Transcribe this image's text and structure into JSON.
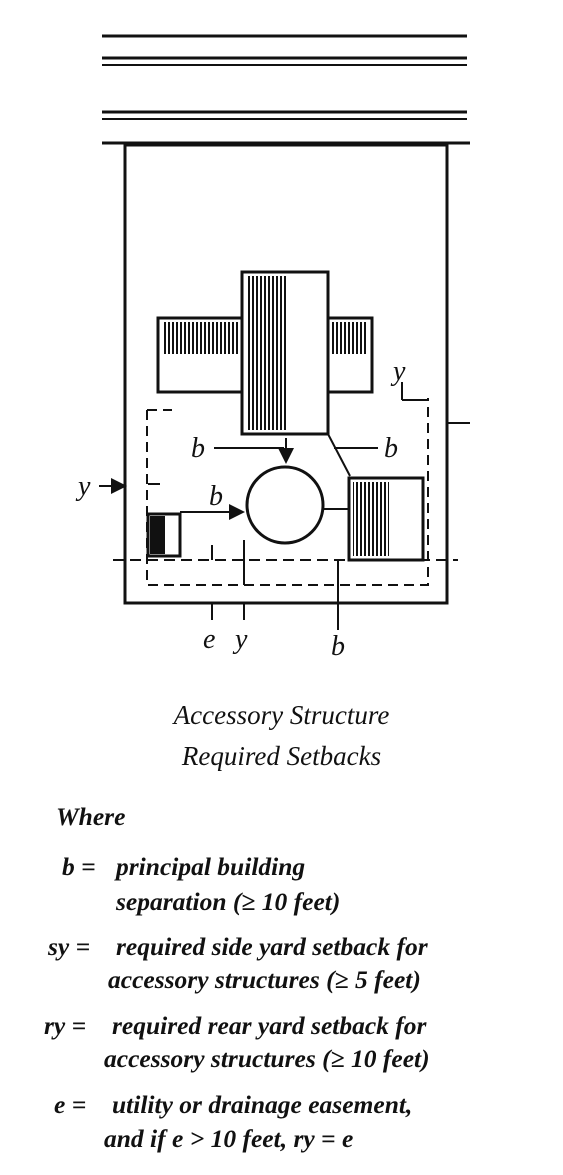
{
  "diagram": {
    "labels": {
      "b_left": "b",
      "b_right": "b",
      "b_center": "b",
      "b_bottom": "b",
      "y_left": "y",
      "y_right": "y",
      "e_bottom": "e",
      "y_bottom": "y"
    }
  },
  "caption": {
    "line1": "Accessory Structure",
    "line2": "Required Setbacks"
  },
  "legend": {
    "intro": "Where",
    "items": [
      {
        "key": "b =",
        "line1": "principal building",
        "line2": "separation (≥ 10 feet)"
      },
      {
        "key": "sy =",
        "line1": "required side yard setback for",
        "line2": "accessory structures (≥ 5 feet)"
      },
      {
        "key": "ry =",
        "line1": "required rear yard setback for",
        "line2": "accessory structures (≥ 10 feet)"
      },
      {
        "key": "e =",
        "line1": "utility or drainage easement,",
        "line2": "and if e > 10 feet, ry = e"
      }
    ]
  }
}
